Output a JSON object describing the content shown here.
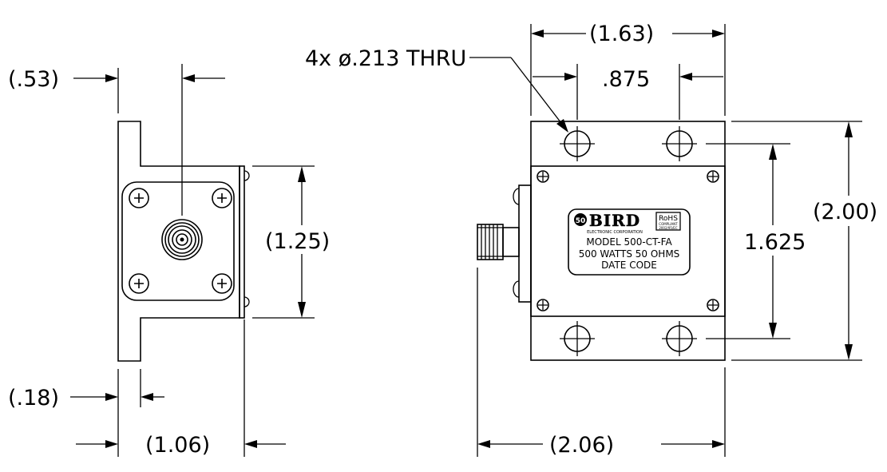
{
  "dimensions": {
    "left_offset": "(.53)",
    "left_height": "(1.25)",
    "left_flange": "(.18)",
    "left_width": "(1.06)",
    "hole_callout": "4x ø.213 THRU",
    "top_width": "(1.63)",
    "hole_spacing": ".875",
    "hole_vertical_spacing": "1.625",
    "overall_height": "(2.00)",
    "overall_width": "(2.06)"
  },
  "label_plate": {
    "brand_badge": "50",
    "brand_name": "BIRD",
    "brand_subtitle": "ELECTRONIC CORPORATION",
    "rohs": "RoHS",
    "rohs_sub1": "COMPLIANT",
    "rohs_sub2": "2002/95/EC",
    "model": "MODEL 500-CT-FA",
    "rating": "500 WATTS  50 OHMS",
    "date_code": "DATE CODE"
  }
}
